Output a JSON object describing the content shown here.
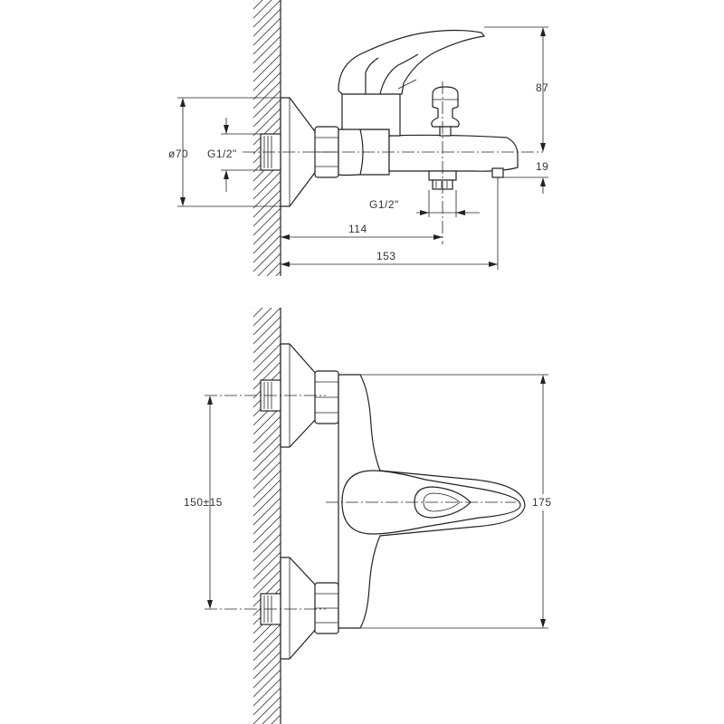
{
  "dimensions": {
    "height_87": "87",
    "diameter_70": "ø70",
    "thread_inlet": "G1/2\"",
    "offset_19": "19",
    "thread_outlet": "G1/2\"",
    "length_114": "114",
    "length_153": "153",
    "centers": "150±15",
    "width_175": "175"
  }
}
